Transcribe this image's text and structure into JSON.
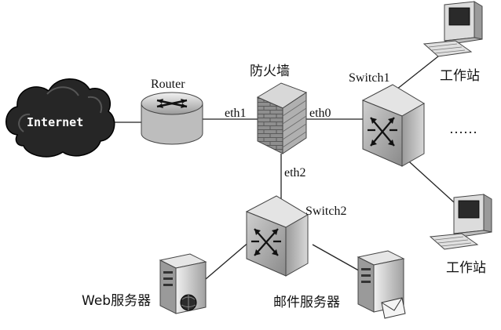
{
  "labels": {
    "internet": "Internet",
    "router": "Router",
    "firewall": "防火墙",
    "eth1": "eth1",
    "eth0": "eth0",
    "eth2": "eth2",
    "switch1": "Switch1",
    "switch2": "Switch2",
    "workstation_top": "工作站",
    "workstation_bottom": "工作站",
    "ellipsis": "……",
    "web_server": "Web服务器",
    "mail_server": "邮件服务器"
  }
}
